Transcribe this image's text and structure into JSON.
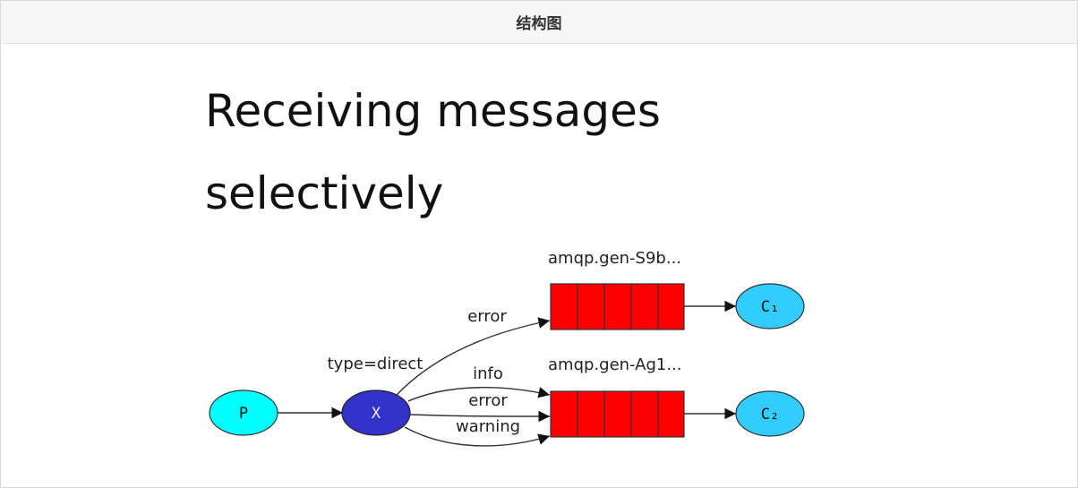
{
  "header": {
    "title": "结构图"
  },
  "heading": {
    "line1": "Receiving messages",
    "line2": "selectively"
  },
  "diagram": {
    "nodes": {
      "producer": "P",
      "exchange": "X",
      "consumer1": "C₁",
      "consumer2": "C₂"
    },
    "exchange_type": "type=direct",
    "queue1": {
      "name": "amqp.gen-S9b...",
      "bindings": [
        "error"
      ]
    },
    "queue2": {
      "name": "amqp.gen-Ag1...",
      "bindings": [
        "info",
        "error",
        "warning"
      ]
    },
    "colors": {
      "producer": "#00ffff",
      "exchange": "#3333cc",
      "queue": "#ff0000",
      "consumer": "#33ccff"
    }
  }
}
